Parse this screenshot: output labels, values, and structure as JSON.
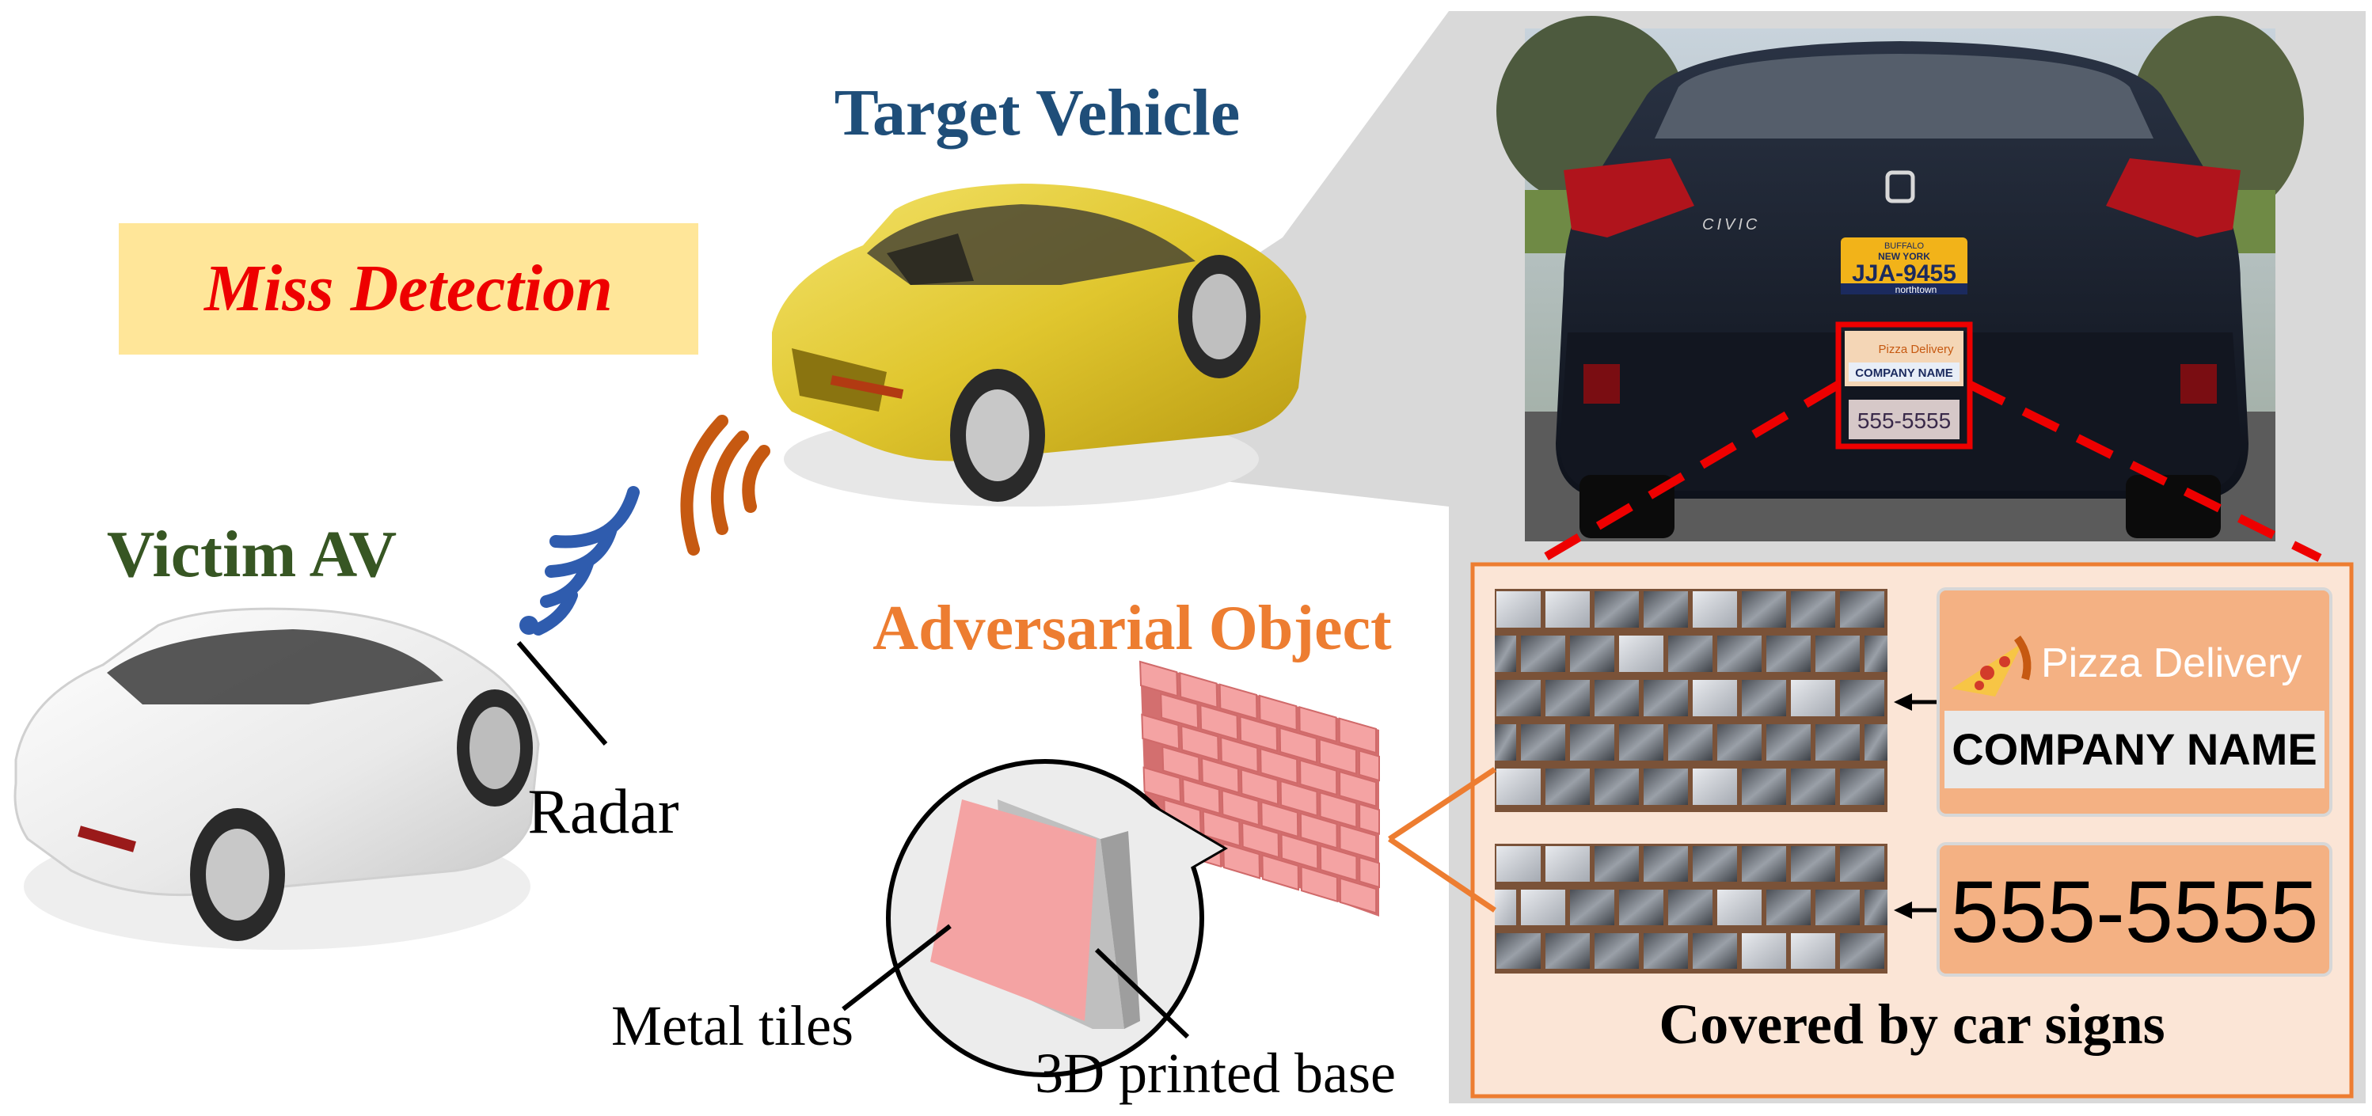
{
  "labels": {
    "target_vehicle": "Target Vehicle",
    "miss_detection": "Miss Detection",
    "victim_av": "Victim AV",
    "radar": "Radar",
    "adversarial_object": "Adversarial Object",
    "metal_tiles": "Metal tiles",
    "base": "3D printed base",
    "covered": "Covered by car signs"
  },
  "photo": {
    "brand": "CIVIC",
    "plate_state": "NEW YORK",
    "plate_city": "BUFFALO",
    "plate_number": "JJA-9455",
    "plate_dealer": "northtown",
    "mini_sign_title": "Pizza Delivery",
    "mini_sign_company": "COMPANY NAME",
    "mini_sign_phone": "555-5555"
  },
  "signs": {
    "title": "Pizza Delivery",
    "company": "COMPANY NAME",
    "phone": "555-5555"
  },
  "colors": {
    "target_blue": "#1f4e79",
    "miss_red": "#ee0000",
    "miss_bg": "#ffe699",
    "victim_green": "#375623",
    "adversarial_orange": "#ed7d31",
    "radar_blue": "#2f5cae",
    "signal_orange": "#c65911",
    "tile_pink": "#f4a3a3",
    "sign_bg": "#f4b183"
  }
}
